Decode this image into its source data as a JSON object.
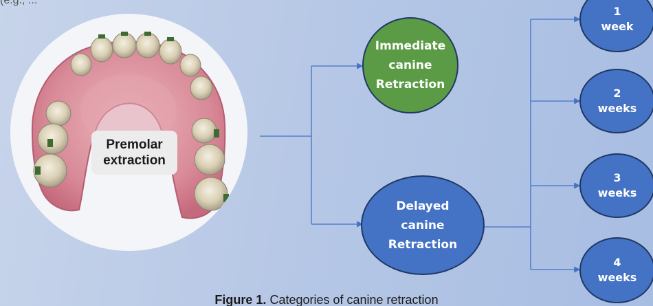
{
  "top_fragment": "(e.g., ...",
  "left_panel": {
    "label": "Premolar\nextraction"
  },
  "categories": [
    {
      "label": "Immediate\ncanine\nRetraction",
      "color": "#5b9b45"
    },
    {
      "label": "Delayed\ncanine\nRetraction",
      "color": "#4472c4"
    }
  ],
  "weeks": [
    {
      "label": "1\nweek"
    },
    {
      "label": "2\nweeks"
    },
    {
      "label": "3\nweeks"
    },
    {
      "label": "4\nweeks"
    }
  ],
  "caption": {
    "prefix": "Figure 1.",
    "text": " Categories of canine retraction"
  }
}
